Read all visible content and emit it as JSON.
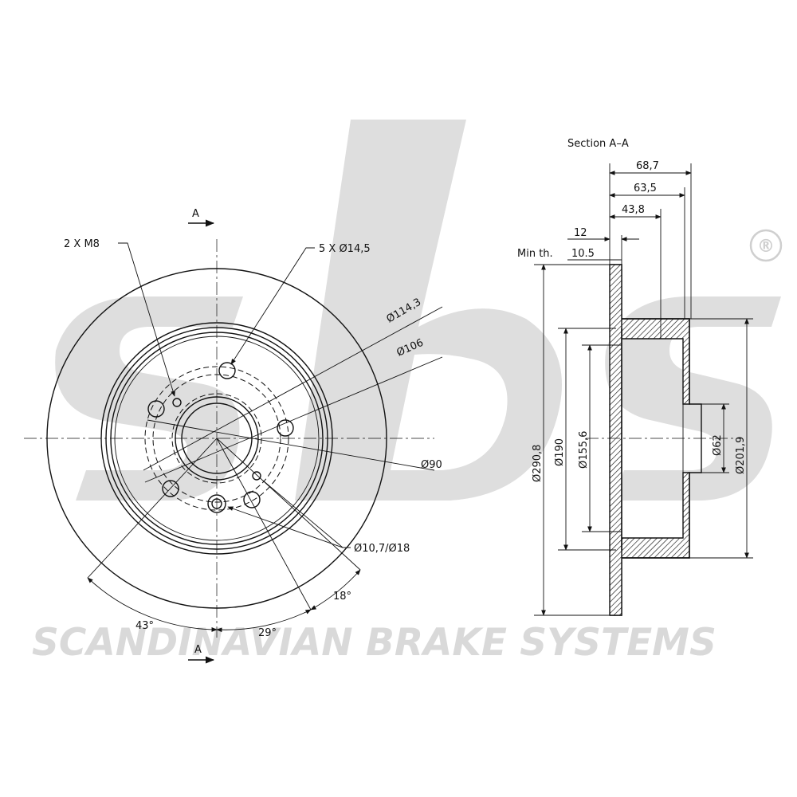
{
  "watermark": {
    "logo_text": "sbs",
    "registered_mark": "®",
    "brand_name": "SCANDINAVIAN BRAKE SYSTEMS"
  },
  "front_view": {
    "section_marker_top": "A",
    "section_marker_bottom": "A",
    "label_bolts": "2 X M8",
    "label_holes": "5 X Ø14,5",
    "dim_pcd": "Ø114,3",
    "dim_hat": "Ø106",
    "dim_center": "Ø90",
    "dim_small_hole": "Ø10,7/Ø18",
    "angle_43": "43°",
    "angle_29": "29°",
    "angle_18": "18°"
  },
  "section_view": {
    "title": "Section A–A",
    "dim_overall_height": "68,7",
    "dim_hat_height": "63,5",
    "dim_inner_height": "43,8",
    "dim_thickness": "12",
    "min_thickness_label": "Min th.",
    "min_thickness_value": "10.5",
    "dim_outer_diameter": "Ø290,8",
    "dim_friction_inner": "Ø190",
    "dim_hat_inner": "Ø155,6",
    "dim_bore": "Ø62",
    "dim_hat_outer": "Ø201,9"
  }
}
